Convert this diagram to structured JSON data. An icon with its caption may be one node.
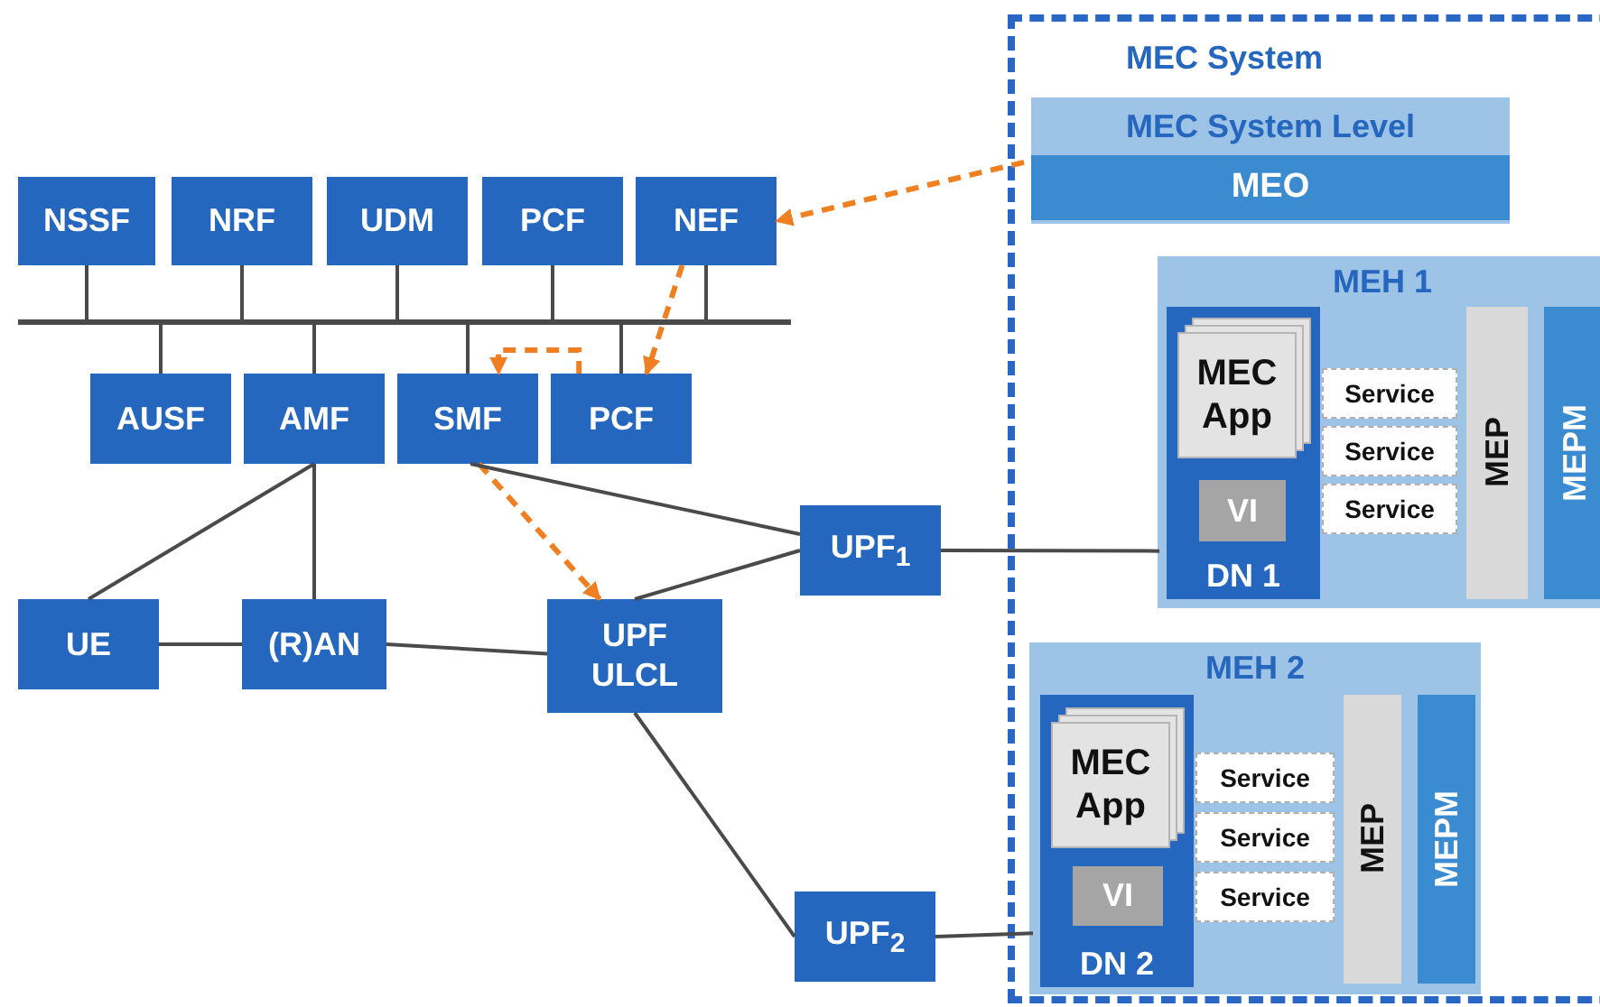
{
  "diagram": {
    "nodes": [
      {
        "text": [
          "NSSF"
        ]
      },
      {
        "text": [
          "NRF"
        ]
      },
      {
        "text": [
          "UDM"
        ]
      },
      {
        "text": [
          "PCF"
        ]
      },
      {
        "text": [
          "NEF"
        ]
      },
      {
        "text": [],
        "shape": "bar"
      },
      {
        "text": [
          "AUSF"
        ]
      },
      {
        "text": [
          "AMF"
        ]
      },
      {
        "text": [
          "SMF"
        ]
      },
      {
        "text": [
          "PCF"
        ]
      },
      {
        "text": [
          "UE"
        ]
      },
      {
        "text": [
          "(R)AN"
        ]
      },
      {
        "text": [
          "UPF ULCL"
        ]
      },
      {
        "text": [
          "UPF$_{1}$"
        ]
      },
      {
        "text": [
          "UPF$_{2}$"
        ]
      },
      {
        "text": [
          "MEC System"
        ]
      },
      {
        "text": [
          "MEC System Level"
        ],
        "in": 15
      },
      {
        "text": [
          "MEO"
        ],
        "in": 16
      },
      {
        "text": [
          "MEH 1"
        ],
        "in": 15
      },
      {
        "text": [
          "DN 1"
        ],
        "in": 18
      },
      {
        "text": [
          "MEC App"
        ],
        "in": 19
      },
      {
        "text": [
          "VI"
        ],
        "in": 19
      },
      {
        "text": [
          "Service"
        ],
        "in": 18
      },
      {
        "text": [
          "Service"
        ],
        "in": 18
      },
      {
        "text": [
          "Service"
        ],
        "in": 18
      },
      {
        "text": [
          "MEP"
        ],
        "in": 18
      },
      {
        "text": [
          "MEPM"
        ],
        "in": 18
      },
      {
        "text": [
          "MEH 2"
        ],
        "in": 15
      },
      {
        "text": [
          "DN 2"
        ],
        "in": 27
      },
      {
        "text": [
          "MEC App"
        ],
        "in": 28
      },
      {
        "text": [
          "VI"
        ],
        "in": 28
      },
      {
        "text": [
          "Service"
        ],
        "in": 27
      },
      {
        "text": [
          "Service"
        ],
        "in": 27
      },
      {
        "text": [
          "Service"
        ],
        "in": 27
      },
      {
        "text": [
          "MEP"
        ],
        "in": 27
      },
      {
        "text": [
          "MEPM"
        ],
        "in": 27
      }
    ],
    "edges": [
      {
        "from": 0,
        "to": 5,
        "arrow": "none"
      },
      {
        "from": 1,
        "to": 5,
        "arrow": "none"
      },
      {
        "from": 2,
        "to": 5,
        "arrow": "none"
      },
      {
        "from": 3,
        "to": 5,
        "arrow": "none"
      },
      {
        "from": 4,
        "to": 5,
        "arrow": "none"
      },
      {
        "from": 6,
        "to": 5,
        "arrow": "none"
      },
      {
        "from": 7,
        "to": 5,
        "arrow": "none"
      },
      {
        "from": 8,
        "to": 5,
        "arrow": "none"
      },
      {
        "from": 9,
        "to": 5,
        "arrow": "none"
      },
      {
        "from": 17,
        "to": 4,
        "arrow": "to",
        "style": "dashed",
        "color": "#f07f21"
      },
      {
        "from": 4,
        "to": 9,
        "arrow": "to",
        "style": "dashed",
        "color": "#f07f21"
      },
      {
        "from": 9,
        "to": 8,
        "arrow": "to",
        "style": "dashed",
        "color": "#f07f21"
      },
      {
        "from": 8,
        "to": 12,
        "arrow": "to",
        "style": "dashed",
        "color": "#f07f21"
      },
      {
        "from": 7,
        "to": 10,
        "arrow": "none"
      },
      {
        "from": 7,
        "to": 11,
        "arrow": "none"
      },
      {
        "from": 10,
        "to": 11,
        "arrow": "none"
      },
      {
        "from": 11,
        "to": 12,
        "arrow": "none"
      },
      {
        "from": 8,
        "to": 13,
        "arrow": "none"
      },
      {
        "from": 12,
        "to": 13,
        "arrow": "none"
      },
      {
        "from": 12,
        "to": 14,
        "arrow": "none"
      },
      {
        "from": 13,
        "to": 19,
        "arrow": "none"
      },
      {
        "from": 14,
        "to": 28,
        "arrow": "none"
      }
    ]
  }
}
